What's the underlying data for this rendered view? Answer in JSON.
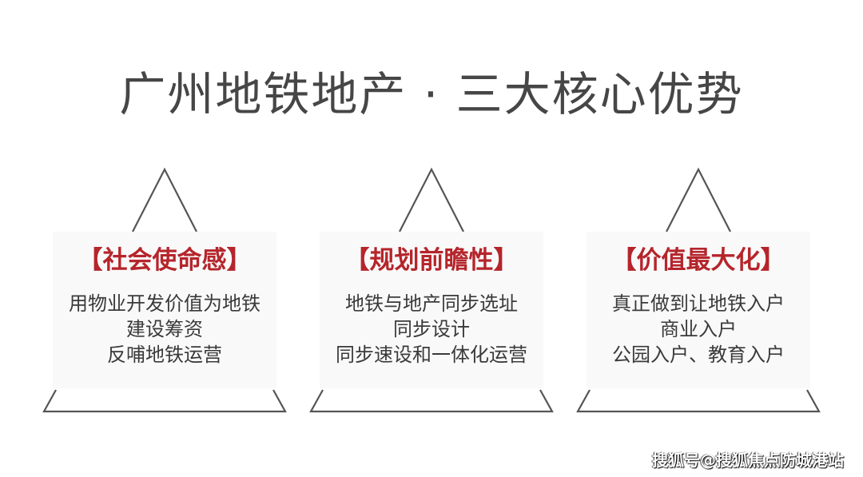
{
  "title": "广州地铁地产 · 三大核心优势",
  "pillars": [
    {
      "heading": "【社会使命感】",
      "lines": [
        "用物业开发价值为地铁",
        "建设筹资",
        "反哺地铁运营"
      ]
    },
    {
      "heading": "【规划前瞻性】",
      "lines": [
        "地铁与地产同步选址",
        "同步设计",
        "同步速设和一体化运营"
      ]
    },
    {
      "heading": "【价值最大化】",
      "lines": [
        "真正做到让地铁入户",
        "商业入户",
        "公园入户、教育入户"
      ]
    }
  ],
  "watermark": "搜狐号@搜狐焦点防城港站",
  "colors": {
    "accent": "#b5252b",
    "text": "#3a3a3a",
    "line": "#555555"
  }
}
